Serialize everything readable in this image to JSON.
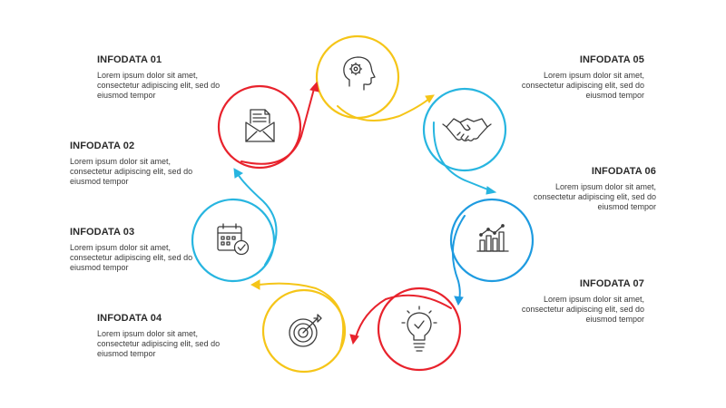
{
  "colors": {
    "red": "#e8222c",
    "yellow": "#f5c518",
    "blue": "#27b5e0",
    "icon": "#3c3c3c"
  },
  "items": [
    {
      "title": "INFODATA 01",
      "text": "Lorem ipsum dolor sit amet, consectetur adipiscing elit, sed do eiusmod tempor",
      "icon": "envelope-document-icon",
      "color": "red"
    },
    {
      "title": "INFODATA 02",
      "text": "Lorem ipsum dolor sit amet, consectetur adipiscing elit, sed do eiusmod tempor",
      "icon": "",
      "color": ""
    },
    {
      "title": "INFODATA 03",
      "text": "Lorem ipsum dolor sit amet, consectetur adipiscing elit, sed do eiusmod tempor",
      "icon": "calendar-check-icon",
      "color": "blue"
    },
    {
      "title": "INFODATA 04",
      "text": "Lorem ipsum dolor sit amet, consectetur adipiscing elit, sed do eiusmod tempor",
      "icon": "target-icon",
      "color": "yellow"
    },
    {
      "title": "INFODATA 05",
      "text": "Lorem ipsum dolor sit amet, consectetur adipiscing elit, sed do eiusmod tempor",
      "icon": "head-gear-icon",
      "color": "yellow"
    },
    {
      "title": "INFODATA 06",
      "text": "Lorem ipsum dolor sit amet, consectetur adipiscing elit, sed do eiusmod tempor",
      "icon": "handshake-icon",
      "color": "blue"
    },
    {
      "title": "INFODATA 07",
      "text": "Lorem ipsum dolor sit amet, consectetur adipiscing elit, sed do eiusmod tempor",
      "icon": "bar-chart-icon",
      "color": "blue"
    }
  ],
  "extra_icon": {
    "icon": "lightbulb-icon",
    "color": "red"
  }
}
